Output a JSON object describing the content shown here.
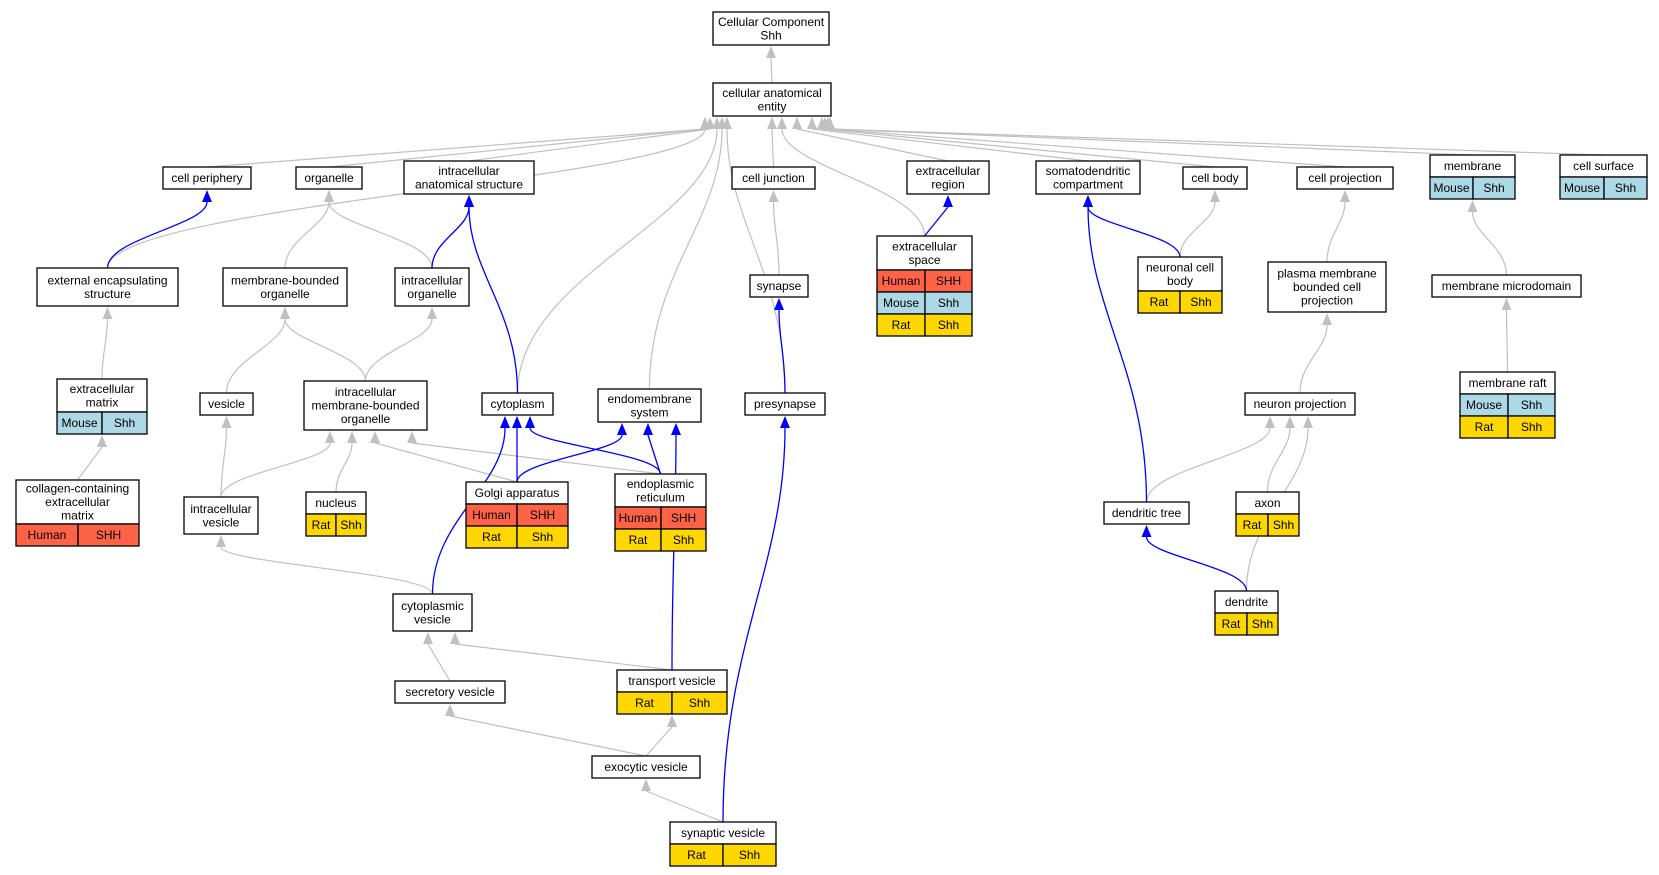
{
  "nodes": {
    "root": [
      "Cellular Component",
      "Shh"
    ],
    "cae": [
      "cellular anatomical",
      "entity"
    ],
    "cellper": [
      "cell periphery"
    ],
    "organelle": [
      "organelle"
    ],
    "ias": [
      "intracellular",
      "anatomical structure"
    ],
    "celljunc": [
      "cell junction"
    ],
    "extreg": [
      "extracellular",
      "region"
    ],
    "somato": [
      "somatodendritic",
      "compartment"
    ],
    "cellbody": [
      "cell body"
    ],
    "cellproj": [
      "cell projection"
    ],
    "membrane": [
      "membrane"
    ],
    "cellsurf": [
      "cell surface"
    ],
    "ecs": [
      "external encapsulating",
      "structure"
    ],
    "mbo": [
      "membrane-bounded",
      "organelle"
    ],
    "io": [
      "intracellular",
      "organelle"
    ],
    "synapse": [
      "synapse"
    ],
    "extspace": [
      "extracellular",
      "space"
    ],
    "ncb": [
      "neuronal cell",
      "body"
    ],
    "pmbcp": [
      "plasma membrane",
      "bounded cell",
      "projection"
    ],
    "memmicro": [
      "membrane microdomain"
    ],
    "ecm": [
      "extracellular",
      "matrix"
    ],
    "vesicle": [
      "vesicle"
    ],
    "imbo": [
      "intracellular",
      "membrane-bounded",
      "organelle"
    ],
    "cytoplasm": [
      "cytoplasm"
    ],
    "endomem": [
      "endomembrane",
      "system"
    ],
    "presyn": [
      "presynapse"
    ],
    "neuproj": [
      "neuron projection"
    ],
    "memraft": [
      "membrane raft"
    ],
    "ccecm": [
      "collagen-containing",
      "extracellular",
      "matrix"
    ],
    "ivesicle": [
      "intracellular",
      "vesicle"
    ],
    "nucleus": [
      "nucleus"
    ],
    "golgi": [
      "Golgi apparatus"
    ],
    "er": [
      "endoplasmic",
      "reticulum"
    ],
    "dtree": [
      "dendritic tree"
    ],
    "axon": [
      "axon"
    ],
    "cytves": [
      "cytoplasmic",
      "vesicle"
    ],
    "dendrite": [
      "dendrite"
    ],
    "secves": [
      "secretory vesicle"
    ],
    "transves": [
      "transport vesicle"
    ],
    "exoves": [
      "exocytic vesicle"
    ],
    "synves": [
      "synaptic vesicle"
    ]
  },
  "annotations": {
    "membrane": [
      [
        "Mouse",
        "Shh"
      ]
    ],
    "cellsurf": [
      [
        "Mouse",
        "Shh"
      ]
    ],
    "extspace": [
      [
        "Human",
        "SHH"
      ],
      [
        "Mouse",
        "Shh"
      ],
      [
        "Rat",
        "Shh"
      ]
    ],
    "ncb": [
      [
        "Rat",
        "Shh"
      ]
    ],
    "ecm": [
      [
        "Mouse",
        "Shh"
      ]
    ],
    "memraft": [
      [
        "Mouse",
        "Shh"
      ],
      [
        "Rat",
        "Shh"
      ]
    ],
    "ccecm": [
      [
        "Human",
        "SHH"
      ]
    ],
    "nucleus": [
      [
        "Rat",
        "Shh"
      ]
    ],
    "golgi": [
      [
        "Human",
        "SHH"
      ],
      [
        "Rat",
        "Shh"
      ]
    ],
    "er": [
      [
        "Human",
        "SHH"
      ],
      [
        "Rat",
        "Shh"
      ]
    ],
    "axon": [
      [
        "Rat",
        "Shh"
      ]
    ],
    "dendrite": [
      [
        "Rat",
        "Shh"
      ]
    ],
    "transves": [
      [
        "Rat",
        "Shh"
      ]
    ],
    "synves": [
      [
        "Rat",
        "Shh"
      ]
    ]
  },
  "species_colors": {
    "Human": "#ff6347",
    "Mouse": "#add8e6",
    "Rat": "#ffd700"
  },
  "edge_colors": {
    "is_a": "#c0c0c0",
    "part_of": "#0000ff"
  }
}
